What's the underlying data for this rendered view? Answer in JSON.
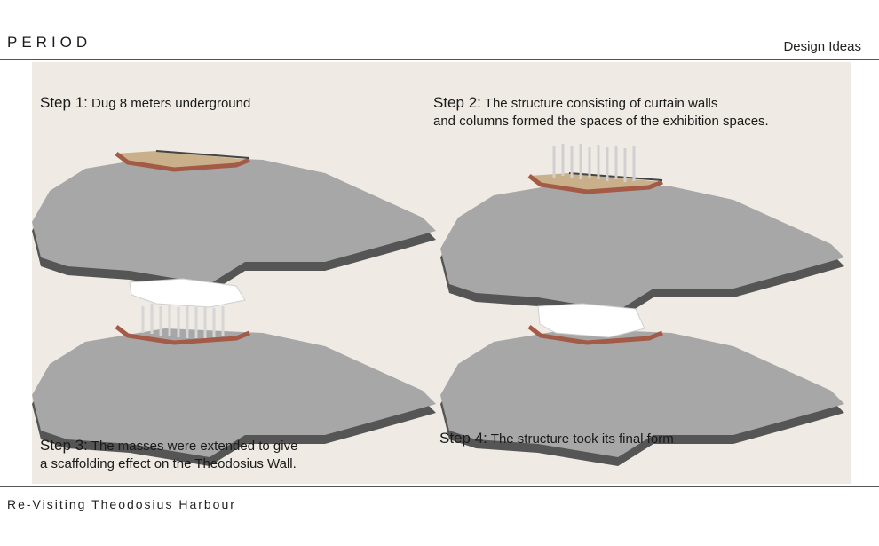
{
  "header": {
    "title": "PERIOD",
    "section": "Design Ideas"
  },
  "footer": {
    "title": "Re-Visiting Theodosius Harbour"
  },
  "steps": [
    {
      "label": "Step 1:",
      "text": "Dug 8 meters underground"
    },
    {
      "label": "Step 2:",
      "text": "The structure consisting of curtain walls",
      "text2": "and columns formed the spaces of the exhibition spaces."
    },
    {
      "label": "Step 3:",
      "text": "The masses were extended to give",
      "text2": "a scaffolding effect on the Theodosius Wall."
    },
    {
      "label": "Step 4:",
      "text": "The structure took its final form"
    }
  ],
  "colors": {
    "terrain_top": "#a7a7a7",
    "terrain_side": "#555555",
    "wall": "#a35a47",
    "pit": "#c9b08a",
    "panel": "#efeae3"
  }
}
